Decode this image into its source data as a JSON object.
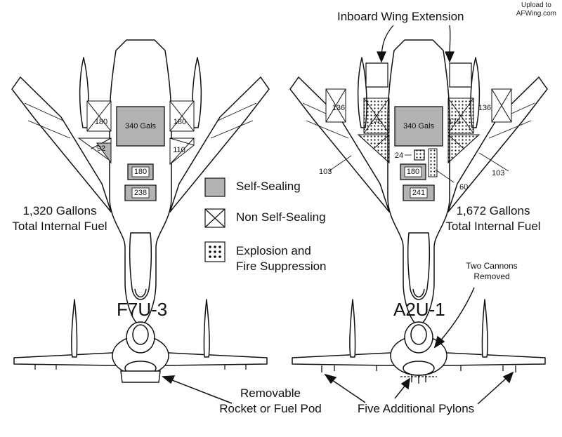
{
  "watermark": {
    "line1": "Upload to",
    "line2": "AFWing.com"
  },
  "callouts": {
    "inboard_wing_extension": "Inboard Wing Extension",
    "two_cannons_removed_1": "Two Cannons",
    "two_cannons_removed_2": "Removed",
    "removable_pod_1": "Removable",
    "removable_pod_2": "Rocket or Fuel Pod",
    "five_pylons": "Five Additional Pylons"
  },
  "legend": {
    "self_sealing": "Self-Sealing",
    "non_self_sealing": "Non Self-Sealing",
    "explosion_1": "Explosion and",
    "explosion_2": "Fire Suppression",
    "colors": {
      "self_sealing": "#b3b3b3",
      "line": "#111111"
    }
  },
  "aircraft": [
    {
      "name": "F7U-3",
      "fuel_total_1": "1,320 Gallons",
      "fuel_total_2": "Total Internal Fuel",
      "tanks": {
        "center": "340 Gals",
        "left_wing": "180",
        "right_wing": "180",
        "left_lower": "92",
        "right_lower": "110",
        "fuselage_1": "180",
        "fuselage_2": "238"
      }
    },
    {
      "name": "A2U-1",
      "fuel_total_1": "1,672 Gallons",
      "fuel_total_2": "Total Internal Fuel",
      "tanks": {
        "center": "340 Gals",
        "left_outer": "136",
        "right_outer": "136",
        "left_inner": "175",
        "right_inner": "175",
        "fuselage_1": "180",
        "fuselage_2": "241",
        "suppression": "24",
        "label_103_left": "103",
        "label_103_right": "103",
        "label_60": "60"
      }
    }
  ]
}
